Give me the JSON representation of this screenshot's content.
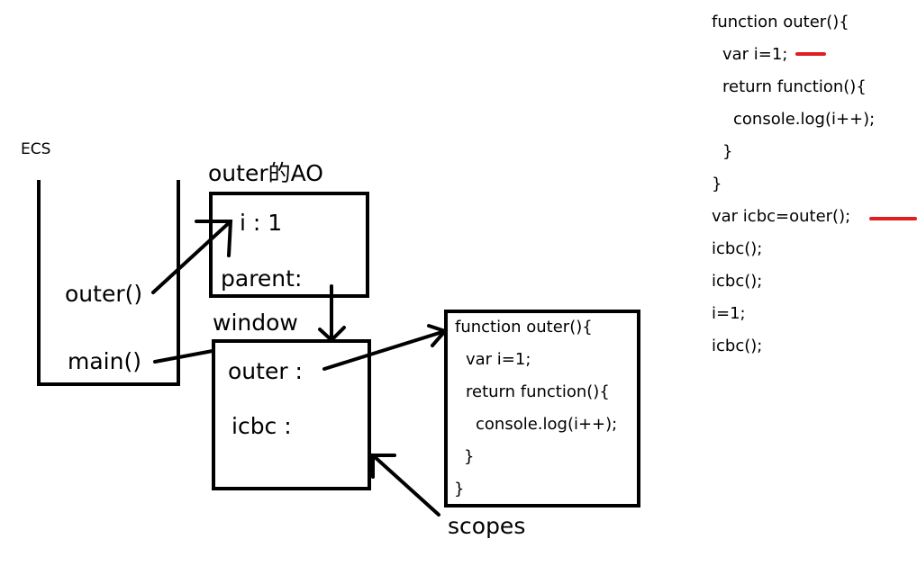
{
  "stack": {
    "label": "ECS",
    "frames": [
      "outer()",
      "main()"
    ]
  },
  "outer_ao": {
    "title": "outer的AO",
    "var_i": "i : 1",
    "parent": "parent:"
  },
  "window": {
    "title": "window",
    "outer": "outer :",
    "icbc": "icbc :"
  },
  "func_box": {
    "lines": [
      "function outer(){",
      "var i=1;",
      "return function(){",
      "console.log(i++);",
      "}",
      "}"
    ]
  },
  "scopes_label": "scopes",
  "code_panel": {
    "lines": [
      "function outer(){",
      "var i=1;",
      "return function(){",
      "console.log(i++);",
      "}",
      "}",
      "var icbc=outer();",
      "icbc();",
      "icbc();",
      "i=1;",
      "icbc();"
    ]
  },
  "colors": {
    "ink": "#000000",
    "highlight": "#e02020"
  }
}
